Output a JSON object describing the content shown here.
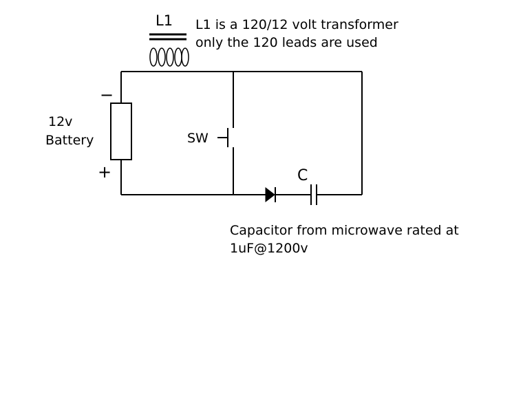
{
  "labels": {
    "inductor": "L1",
    "transformer_line1": "L1 is a 120/12 volt transformer",
    "transformer_line2": "only the 120 leads are used",
    "battery_minus": "−",
    "battery_plus": "+",
    "battery_line1": "12v",
    "battery_line2": "Battery",
    "switch": "SW",
    "capacitor": "C",
    "capacitor_note_line1": "Capacitor from microwave rated at",
    "capacitor_note_line2": "1uF@1200v"
  },
  "colors": {
    "background": "#ffffff",
    "ink": "#000000"
  }
}
